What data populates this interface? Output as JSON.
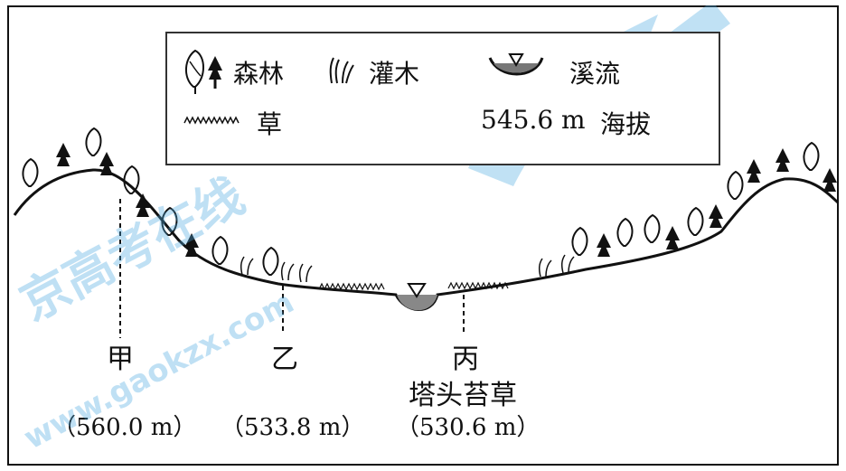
{
  "legend": {
    "forest": "森林",
    "shrub": "灌木",
    "stream": "溪流",
    "grass": "草",
    "elevation_value": "545.6 m",
    "elevation_label": "海拔"
  },
  "sites": [
    {
      "name": "甲",
      "extra": "",
      "elevation": "（560.0 m）"
    },
    {
      "name": "乙",
      "extra": "",
      "elevation": "（533.8 m）"
    },
    {
      "name": "丙",
      "extra": "塔头苔草",
      "elevation": "（530.6 m）"
    }
  ],
  "watermark": {
    "text_cn": "京高考在线",
    "text_url": "www.gaokzx.com",
    "color": "#4aa8e0"
  },
  "colors": {
    "line": "#111111",
    "legend_border": "#333333"
  }
}
